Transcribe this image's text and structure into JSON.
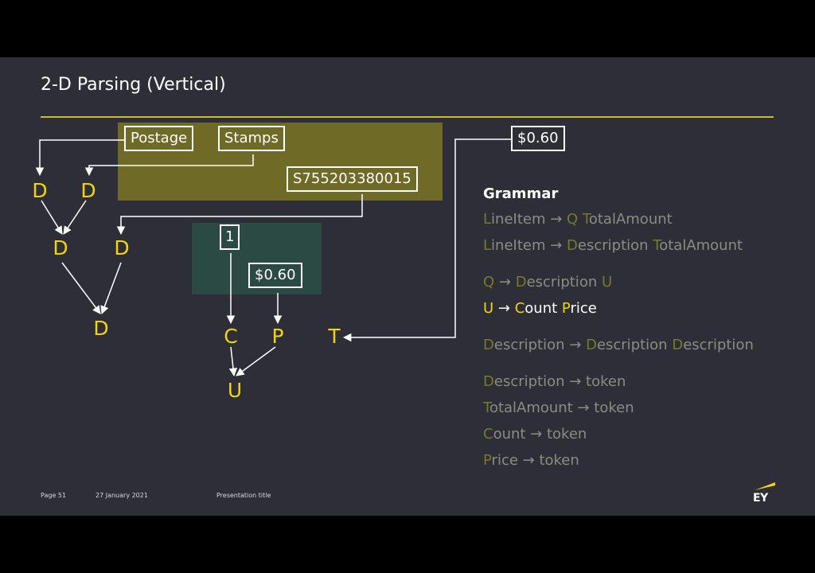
{
  "slide": {
    "title": "2-D Parsing (Vertical)",
    "footer": {
      "page": "Page 51",
      "date": "27 January 2021",
      "presentation_title": "Presentation title"
    },
    "logo_text": "EY"
  },
  "diagram": {
    "tokens": {
      "postage": "Postage",
      "stamps": "Stamps",
      "sku": "S755203380015",
      "amount_total": "$0.60",
      "count": "1",
      "price": "$0.60"
    },
    "nodes": {
      "d1": "D",
      "d2": "D",
      "d3": "D",
      "d4": "D",
      "d5": "D",
      "c": "C",
      "p": "P",
      "t": "T",
      "u": "U"
    }
  },
  "grammar": {
    "title": "Grammar",
    "rules": [
      {
        "parts": [
          [
            "ini",
            "L"
          ],
          [
            "txt",
            "ineItem → "
          ],
          [
            "ini",
            "Q"
          ],
          [
            "txt",
            " "
          ],
          [
            "ini",
            "T"
          ],
          [
            "txt",
            "otalAmount"
          ]
        ],
        "highlight": false,
        "gap": false
      },
      {
        "parts": [
          [
            "ini",
            "L"
          ],
          [
            "txt",
            "ineItem → "
          ],
          [
            "ini",
            "D"
          ],
          [
            "txt",
            "escription "
          ],
          [
            "ini",
            "T"
          ],
          [
            "txt",
            "otalAmount"
          ]
        ],
        "highlight": false,
        "gap": false
      },
      {
        "parts": [
          [
            "ini",
            "Q"
          ],
          [
            "txt",
            " → "
          ],
          [
            "ini",
            "D"
          ],
          [
            "txt",
            "escription "
          ],
          [
            "ini",
            "U"
          ]
        ],
        "highlight": false,
        "gap": true
      },
      {
        "parts": [
          [
            "ini",
            "U"
          ],
          [
            "txt",
            " → "
          ],
          [
            "ini",
            "C"
          ],
          [
            "txt",
            "ount "
          ],
          [
            "ini",
            "P"
          ],
          [
            "txt",
            "rice"
          ]
        ],
        "highlight": true,
        "gap": false
      },
      {
        "parts": [
          [
            "ini",
            "D"
          ],
          [
            "txt",
            "escription → "
          ],
          [
            "ini",
            "D"
          ],
          [
            "txt",
            "escription "
          ],
          [
            "ini",
            "D"
          ],
          [
            "txt",
            "escription"
          ]
        ],
        "highlight": false,
        "gap": true
      },
      {
        "parts": [
          [
            "ini",
            "D"
          ],
          [
            "txt",
            "escription → token"
          ]
        ],
        "highlight": false,
        "gap": true
      },
      {
        "parts": [
          [
            "ini",
            "T"
          ],
          [
            "txt",
            "otalAmount → token"
          ]
        ],
        "highlight": false,
        "gap": false
      },
      {
        "parts": [
          [
            "ini",
            "C"
          ],
          [
            "txt",
            "ount → token"
          ]
        ],
        "highlight": false,
        "gap": false
      },
      {
        "parts": [
          [
            "ini",
            "P"
          ],
          [
            "txt",
            "rice → token"
          ]
        ],
        "highlight": false,
        "gap": false
      }
    ]
  },
  "colors": {
    "background": "#2e2e38",
    "accent_yellow": "#f0d40e",
    "olive_region": "#6f6a26",
    "teal_region": "#2b4a44"
  }
}
